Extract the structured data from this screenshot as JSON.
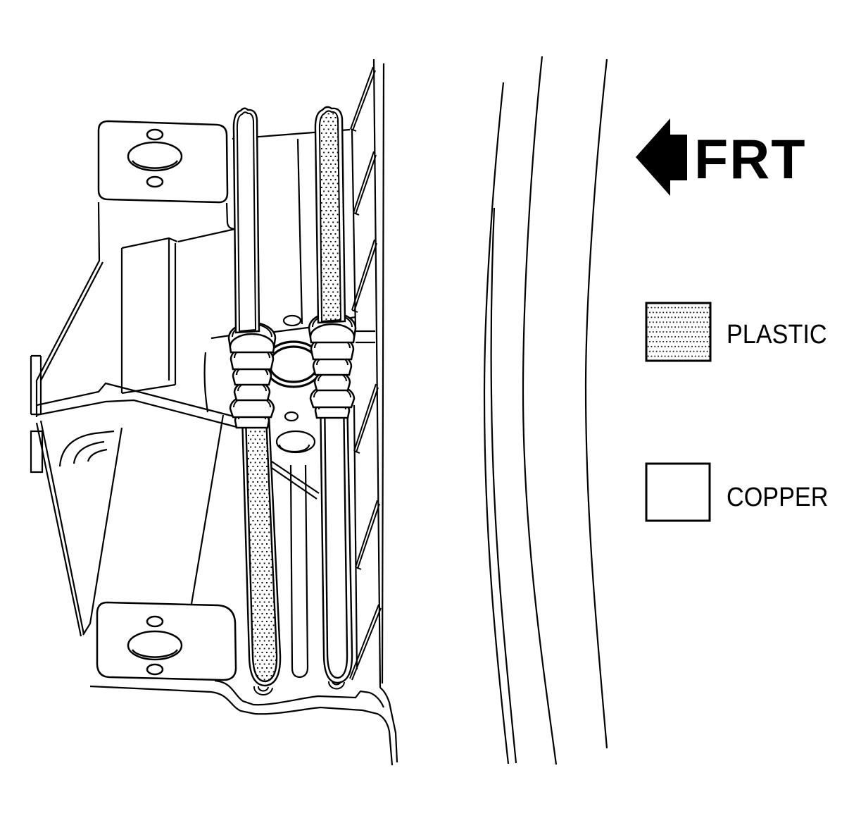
{
  "direction_indicator": {
    "label": "FRT"
  },
  "legend": {
    "plastic": {
      "label": "PLASTIC",
      "swatch_style": "stippled"
    },
    "copper": {
      "label": "COPPER",
      "swatch_style": "plain"
    }
  },
  "colors": {
    "line": "#000000",
    "background": "#ffffff"
  }
}
